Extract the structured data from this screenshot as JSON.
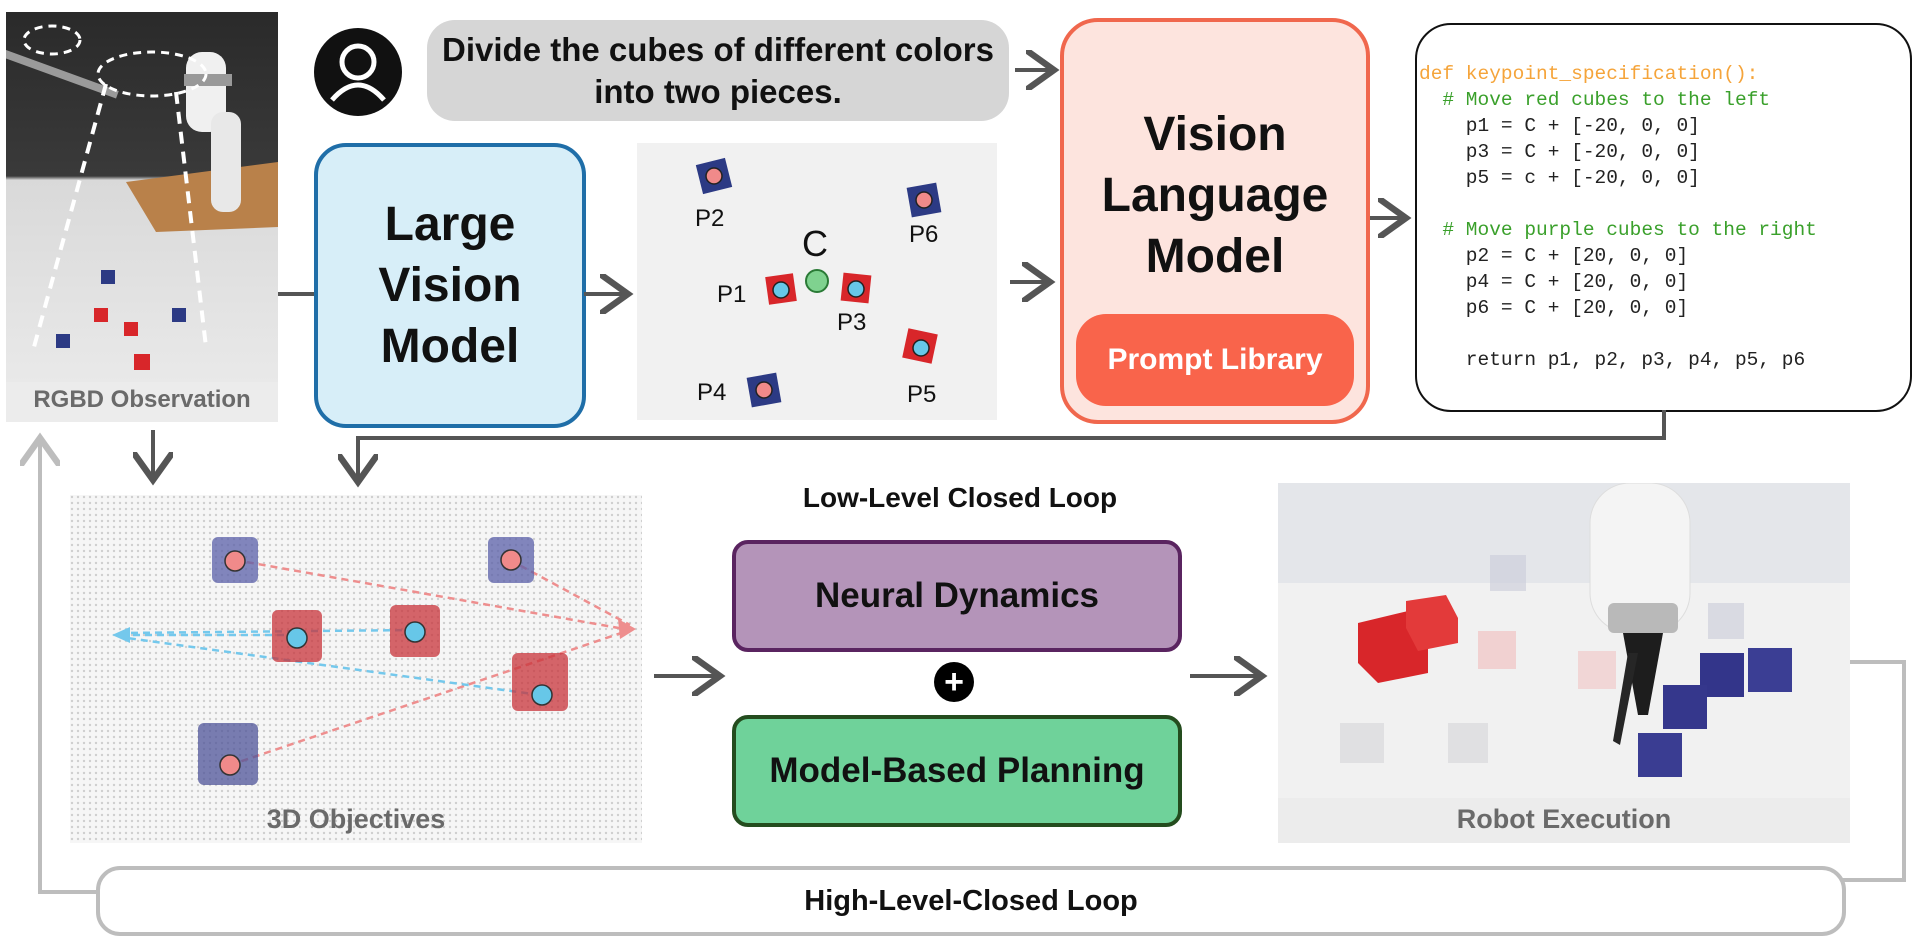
{
  "instruction": "Divide the cubes of different colors into two pieces.",
  "large_vision_model": [
    "Large",
    "Vision",
    "Model"
  ],
  "vision_language_model": [
    "Vision",
    "Language",
    "Model"
  ],
  "prompt_library": "Prompt Library",
  "code": {
    "def": "def keypoint_specification():",
    "comment_red": "  # Move red cubes to the left",
    "p1": "    p1 = C + [-20, 0, 0]",
    "p3": "    p3 = C + [-20, 0, 0]",
    "p5": "    p5 = c + [-20, 0, 0]",
    "comment_purple": "  # Move purple cubes to the right",
    "p2": "    p2 = C + [20, 0, 0]",
    "p4": "    p4 = C + [20, 0, 0]",
    "p6": "    p6 = C + [20, 0, 0]",
    "ret": "    return p1, p2, p3, p4, p5, p6"
  },
  "keypoint_labels": {
    "p1": "P1",
    "p2": "P2",
    "p3": "P3",
    "p4": "P4",
    "p5": "P5",
    "p6": "P6",
    "center": "C"
  },
  "captions": {
    "rgbd": "RGBD Observation",
    "objectives": "3D Objectives",
    "robot": "Robot Execution"
  },
  "low_level_loop": "Low-Level Closed Loop",
  "neural_dynamics": "Neural Dynamics",
  "plus": "+",
  "model_based_planning": "Model-Based Planning",
  "high_level_loop": "High-Level-Closed Loop",
  "colors": {
    "lvm_fill": "#d7eef8",
    "lvm_border": "#1f6ea8",
    "vlm_fill": "#fde4de",
    "vlm_border": "#f0674d",
    "prompt_fill": "#f9644b",
    "nd_fill": "#b494b9",
    "nd_border": "#5a2460",
    "mbp_fill": "#6fd29a",
    "mbp_border": "#244c1e",
    "cube_red": "#d8262a",
    "cube_purple": "#2c3a84",
    "keypoint_red": "#f08a8a",
    "keypoint_blue": "#67c7e8"
  },
  "icons": {
    "user": "user-avatar-icon",
    "arrow": "arrow-right-icon"
  }
}
